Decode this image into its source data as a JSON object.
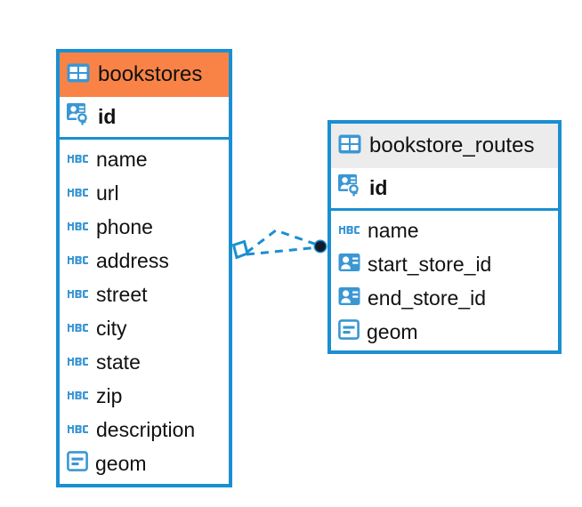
{
  "diagram": {
    "type": "entity-relationship-diagram",
    "background_color": "#ffffff",
    "accent_color": "#1a8fd1",
    "highlight_color": "#f98346",
    "neutral_header_color": "#ececec"
  },
  "entities": [
    {
      "name": "bookstores",
      "header_icon": "table-icon",
      "header_style": "accent",
      "primary_keys": [
        {
          "label": "id",
          "icon": "primary-key-icon"
        }
      ],
      "fields": [
        {
          "label": "name",
          "icon": "text-abc-icon"
        },
        {
          "label": "url",
          "icon": "text-abc-icon"
        },
        {
          "label": "phone",
          "icon": "text-abc-icon"
        },
        {
          "label": "address",
          "icon": "text-abc-icon"
        },
        {
          "label": "street",
          "icon": "text-abc-icon"
        },
        {
          "label": "city",
          "icon": "text-abc-icon"
        },
        {
          "label": "state",
          "icon": "text-abc-icon"
        },
        {
          "label": "zip",
          "icon": "text-abc-icon"
        },
        {
          "label": "description",
          "icon": "text-abc-icon"
        },
        {
          "label": "geom",
          "icon": "geometry-icon"
        }
      ]
    },
    {
      "name": "bookstore_routes",
      "header_icon": "table-icon",
      "header_style": "neutral",
      "primary_keys": [
        {
          "label": "id",
          "icon": "primary-key-icon"
        }
      ],
      "fields": [
        {
          "label": "name",
          "icon": "text-abc-icon"
        },
        {
          "label": "start_store_id",
          "icon": "foreign-key-icon"
        },
        {
          "label": "end_store_id",
          "icon": "foreign-key-icon"
        },
        {
          "label": "geom",
          "icon": "geometry-icon"
        }
      ]
    }
  ],
  "relationship": {
    "from": "bookstores",
    "to": "bookstore_routes",
    "line_style": "dashed",
    "line_color": "#1a8fd1",
    "source_marker": "diamond-outline",
    "target_marker": "filled-circle",
    "target_marker_color": "#111b2e",
    "branches": 2
  }
}
